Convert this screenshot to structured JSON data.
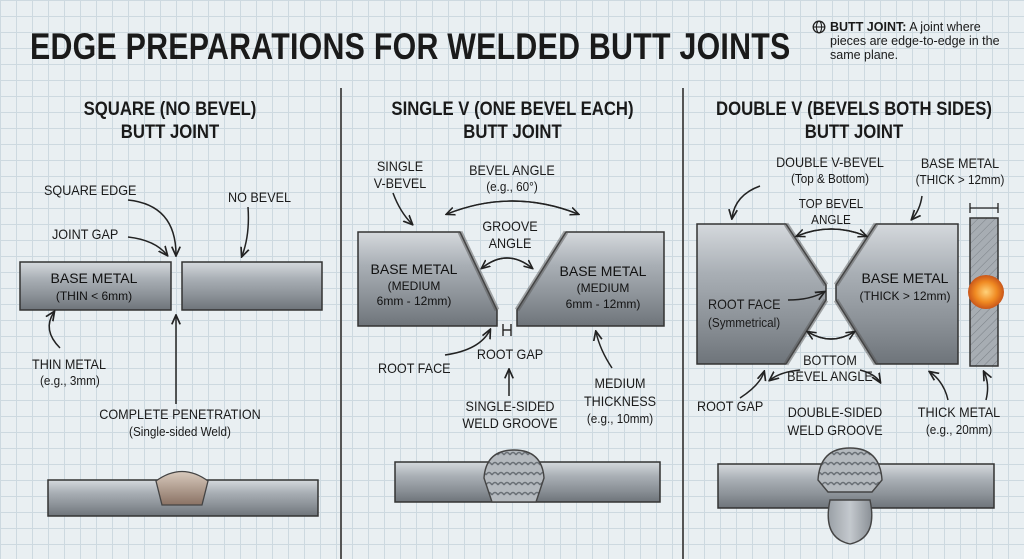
{
  "title": "EDGE PREPARATIONS FOR WELDED BUTT JOINTS",
  "note": {
    "icon": "globe-icon",
    "term": "BUTT JOINT:",
    "text": "A joint where pieces are edge-to-edge in the same plane."
  },
  "panels": {
    "square": {
      "heading_1": "SQUARE (NO BEVEL)",
      "heading_2": "BUTT JOINT",
      "square_edge": "SQUARE EDGE",
      "no_bevel": "NO BEVEL",
      "joint_gap": "JOINT GAP",
      "base_metal": "BASE METAL",
      "base_metal_spec": "(THIN < 6mm)",
      "thin_metal": "THIN METAL",
      "thin_metal_example": "(e.g., 3mm)",
      "complete_penetration": "COMPLETE PENETRATION",
      "single_sided_weld": "(Single-sided Weld)"
    },
    "single_v": {
      "heading_1": "SINGLE V (ONE BEVEL EACH)",
      "heading_2": "BUTT JOINT",
      "single_v_bevel_1": "SINGLE",
      "single_v_bevel_2": "V-BEVEL",
      "bevel_angle": "BEVEL ANGLE",
      "bevel_angle_example": "(e.g., 60°)",
      "groove_angle_1": "GROOVE",
      "groove_angle_2": "ANGLE",
      "base_metal": "BASE METAL",
      "medium_1": "(MEDIUM",
      "medium_2": "6mm - 12mm)",
      "root_face": "ROOT FACE",
      "root_gap": "ROOT GAP",
      "weld_groove_1": "SINGLE-SIDED",
      "weld_groove_2": "WELD GROOVE",
      "medium_thickness_1": "MEDIUM",
      "medium_thickness_2": "THICKNESS",
      "medium_thickness_example": "(e.g., 10mm)"
    },
    "double_v": {
      "heading_1": "DOUBLE V (BEVELS BOTH SIDES)",
      "heading_2": "BUTT JOINT",
      "double_v_bevel": "DOUBLE V-BEVEL",
      "double_v_bevel_note": "(Top & Bottom)",
      "base_metal_top": "BASE METAL",
      "base_metal_top_spec": "(THICK > 12mm)",
      "top_bevel_1": "TOP BEVEL",
      "top_bevel_2": "ANGLE",
      "base_metal": "BASE METAL",
      "base_metal_spec": "(THICK > 12mm)",
      "root_face": "ROOT FACE",
      "root_face_note": "(Symmetrical)",
      "bottom_bevel_1": "BOTTOM",
      "bottom_bevel_2": "BEVEL ANGLE",
      "root_gap": "ROOT GAP",
      "weld_groove_1": "DOUBLE-SIDED",
      "weld_groove_2": "WELD GROOVE",
      "thick_metal": "THICK METAL",
      "thick_metal_example": "(e.g., 20mm)"
    }
  }
}
